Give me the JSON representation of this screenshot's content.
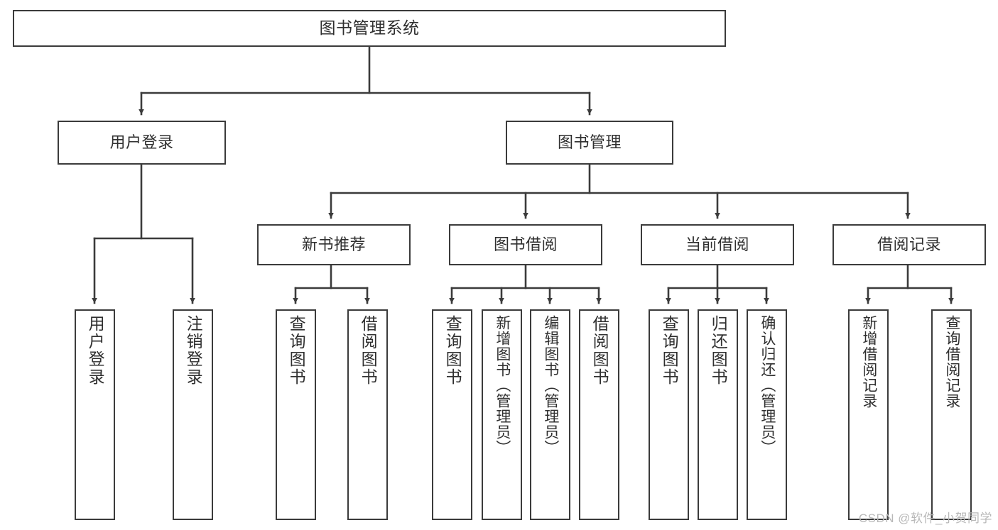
{
  "diagram": {
    "title": "图书管理系统",
    "type": "tree-hierarchy",
    "stroke_color": "#3b3b3b",
    "background_color": "#ffffff",
    "text_color": "#2f2f2f",
    "watermark": "CSDN @软件_小贺同学",
    "root": {
      "label": "图书管理系统"
    },
    "level2": [
      {
        "label": "用户登录"
      },
      {
        "label": "图书管理"
      }
    ],
    "level3": [
      {
        "label": "新书推荐"
      },
      {
        "label": "图书借阅"
      },
      {
        "label": "当前借阅"
      },
      {
        "label": "借阅记录"
      }
    ],
    "leaves": {
      "user_login": [
        {
          "label": "用户登录"
        },
        {
          "label": "注销登录"
        }
      ],
      "new_book": [
        {
          "label": "查询图书"
        },
        {
          "label": "借阅图书"
        }
      ],
      "book_borrow": [
        {
          "label": "查询图书"
        },
        {
          "label": "新增图书（管理员）"
        },
        {
          "label": "编辑图书（管理员）"
        },
        {
          "label": "借阅图书"
        }
      ],
      "current_borrow": [
        {
          "label": "查询图书"
        },
        {
          "label": "归还图书"
        },
        {
          "label": "确认归还（管理员）"
        }
      ],
      "borrow_record": [
        {
          "label": "新增借阅记录"
        },
        {
          "label": "查询借阅记录"
        }
      ]
    }
  }
}
